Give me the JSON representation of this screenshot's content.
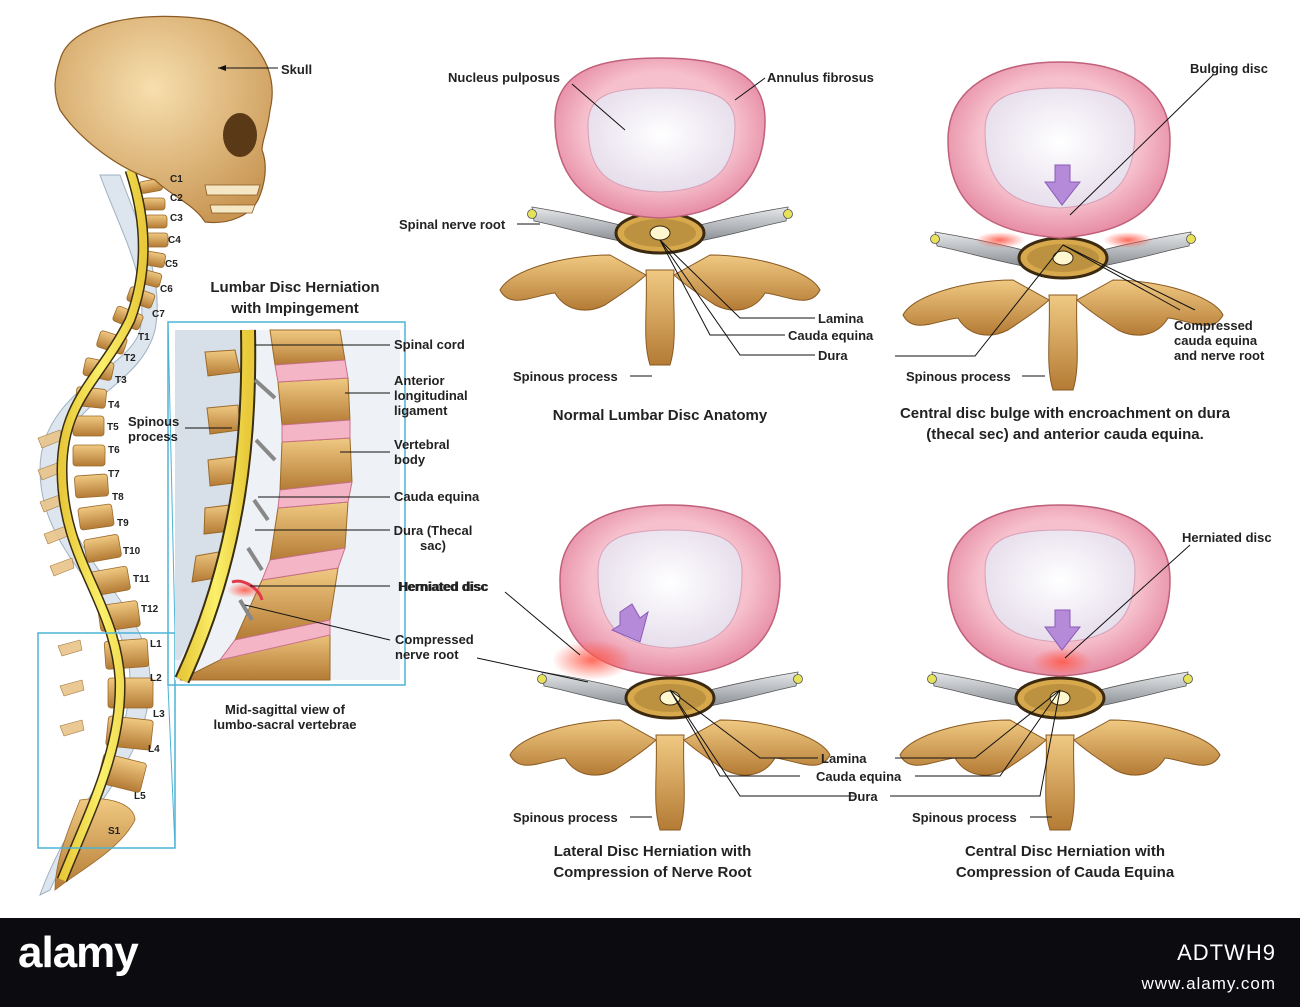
{
  "spine_column": {
    "skull_label": "Skull",
    "vertebrae": [
      "C1",
      "C2",
      "C3",
      "C4",
      "C5",
      "C6",
      "C7",
      "T1",
      "T2",
      "T3",
      "T4",
      "T5",
      "T6",
      "T7",
      "T8",
      "T9",
      "T10",
      "T11",
      "T12",
      "L1",
      "L2",
      "L3",
      "L4",
      "L5",
      "S1"
    ]
  },
  "sagittal": {
    "title_line1": "Lumbar Disc Herniation",
    "title_line2": "with Impingement",
    "spinous_process": "Spinous process",
    "spinal_cord": "Spinal cord",
    "anterior_ligament": "Anterior longitudinal ligament",
    "vertebral_body": "Vertebral body",
    "cauda_equina": "Cauda equina",
    "dura_thecal": "Dura (Thecal sac)",
    "herniated_disc": "Herniated disc",
    "compressed_root": "Compressed nerve root",
    "caption_line1": "Mid-sagittal view of",
    "caption_line2": "lumbo-sacral vertebrae"
  },
  "panel_normal": {
    "nucleus": "Nucleus pulposus",
    "annulus": "Annulus fibrosus",
    "spinal_nerve_root": "Spinal nerve root",
    "lamina": "Lamina",
    "cauda_equina": "Cauda equina",
    "dura": "Dura",
    "spinous_process": "Spinous process",
    "caption": "Normal Lumbar Disc Anatomy"
  },
  "panel_bulge": {
    "bulging_disc": "Bulging disc",
    "compressed": "Compressed cauda equina and nerve root",
    "spinous_process": "Spinous process",
    "caption_line1": "Central disc bulge with encroachment on dura",
    "caption_line2": "(thecal sec) and anterior cauda equina."
  },
  "panel_lateral": {
    "herniated_disc": "Herniated disc",
    "compressed_root": "Compressed nerve root",
    "lamina": "Lamina",
    "cauda_equina": "Cauda equina",
    "dura": "Dura",
    "spinous_process": "Spinous process",
    "caption_line1": "Lateral Disc Herniation with",
    "caption_line2": "Compression of Nerve Root"
  },
  "panel_central": {
    "herniated_disc": "Herniated disc",
    "spinous_process": "Spinous process",
    "caption_line1": "Central Disc Herniation with",
    "caption_line2": "Compression of Cauda Equina"
  },
  "footer": {
    "brand": "alamy",
    "image_code": "ADTWH9",
    "url": "www.alamy.com"
  },
  "colors": {
    "disc_pink": "#f2a6b9",
    "nucleus": "#f3eef6",
    "bone": "#d9a85c",
    "cord_yellow": "#f2e21c",
    "frame_blue": "#4cb3d6",
    "footer_bg": "#0b0b10"
  }
}
